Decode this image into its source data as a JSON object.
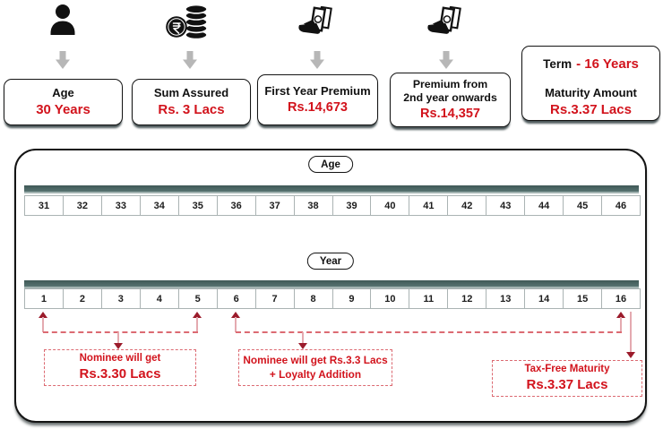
{
  "colors": {
    "red": "#d2131c",
    "teal_bar": "#577371",
    "arrow_head": "#9b1b2b",
    "arrow_stem": "#e4aab0",
    "dash": "#dc6a72",
    "gray_arrow": "#b7b7b7",
    "cell_border": "#aab3b3"
  },
  "icons": {
    "age": "person-icon",
    "sum_assured": "rupee-coins-icon",
    "first_year_premium": "money-in-hand-icon",
    "premium_from_2nd_year": "money-in-hand-icon",
    "flow_arrow": "gray-down-block-arrow-icon"
  },
  "summary": {
    "age": {
      "label": "Age",
      "value": "30 Years"
    },
    "sum_assured": {
      "label": "Sum Assured",
      "value": "Rs. 3 Lacs"
    },
    "first_year_premium": {
      "label": "First Year Premium",
      "value": "Rs.14,673"
    },
    "premium_from_2nd_year": {
      "label_line1": "Premium from",
      "label_line2": "2nd year onwards",
      "value": "Rs.14,357"
    },
    "term": {
      "label": "Term",
      "value": "- 16 Years"
    },
    "maturity": {
      "label": "Maturity Amount",
      "value": "Rs.3.37 Lacs"
    }
  },
  "timeline": {
    "age_header": "Age",
    "ages": [
      "31",
      "32",
      "33",
      "34",
      "35",
      "36",
      "37",
      "38",
      "39",
      "40",
      "41",
      "42",
      "43",
      "44",
      "45",
      "46"
    ],
    "year_header": "Year",
    "years": [
      "1",
      "2",
      "3",
      "4",
      "5",
      "6",
      "7",
      "8",
      "9",
      "10",
      "11",
      "12",
      "13",
      "14",
      "15",
      "16"
    ],
    "callouts": {
      "death_benefit_early": {
        "line1": "Nominee will get",
        "line2": "Rs.3.30 Lacs"
      },
      "death_benefit_later": {
        "line1": "Nominee will get Rs.3.3 Lacs",
        "line2": "+ Loyalty Addition"
      },
      "maturity": {
        "line1": "Tax-Free Maturity",
        "line2": "Rs.3.37 Lacs"
      }
    }
  }
}
